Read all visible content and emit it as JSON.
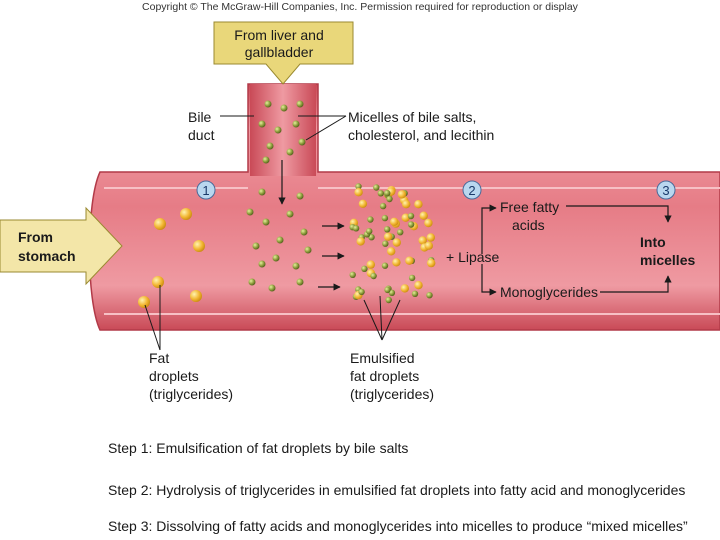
{
  "copyright": "Copyright © The McGraw-Hill Companies, Inc. Permission required for reproduction or display",
  "source_label": [
    "From liver and",
    "gallbladder"
  ],
  "stomach_label": [
    "From",
    "stomach"
  ],
  "bile_duct_label": [
    "Bile",
    "duct"
  ],
  "micelles_label": [
    "Micelles of bile salts,",
    "cholesterol, and lecithin"
  ],
  "markers": [
    "1",
    "2",
    "3"
  ],
  "free_fatty_acids": [
    "Free fatty",
    "acids"
  ],
  "lipase": "+ Lipase",
  "monoglycerides": "Monoglycerides",
  "into_micelles": [
    "Into",
    "micelles"
  ],
  "fat_droplets_label": [
    "Fat",
    "droplets",
    "(triglycerides)"
  ],
  "emulsified_label": [
    "Emulsified",
    "fat droplets",
    "(triglycerides)"
  ],
  "steps": [
    "Step 1: Emulsification of fat droplets by bile salts",
    "Step 2: Hydrolysis of triglycerides in emulsified fat droplets into fatty acid and monoglycerides",
    "Step 3: Dissolving of fatty acids and monoglycerides into micelles to produce “mixed micelles”"
  ],
  "colors": {
    "intestine": "#d9636f",
    "intestine_light": "#ef9aa2",
    "arrow_yellow": "#e9d77a",
    "fat_droplet": "#f2b632",
    "micelle_green": "#8a9a3a",
    "marker_fill": "#b9d7ef"
  }
}
